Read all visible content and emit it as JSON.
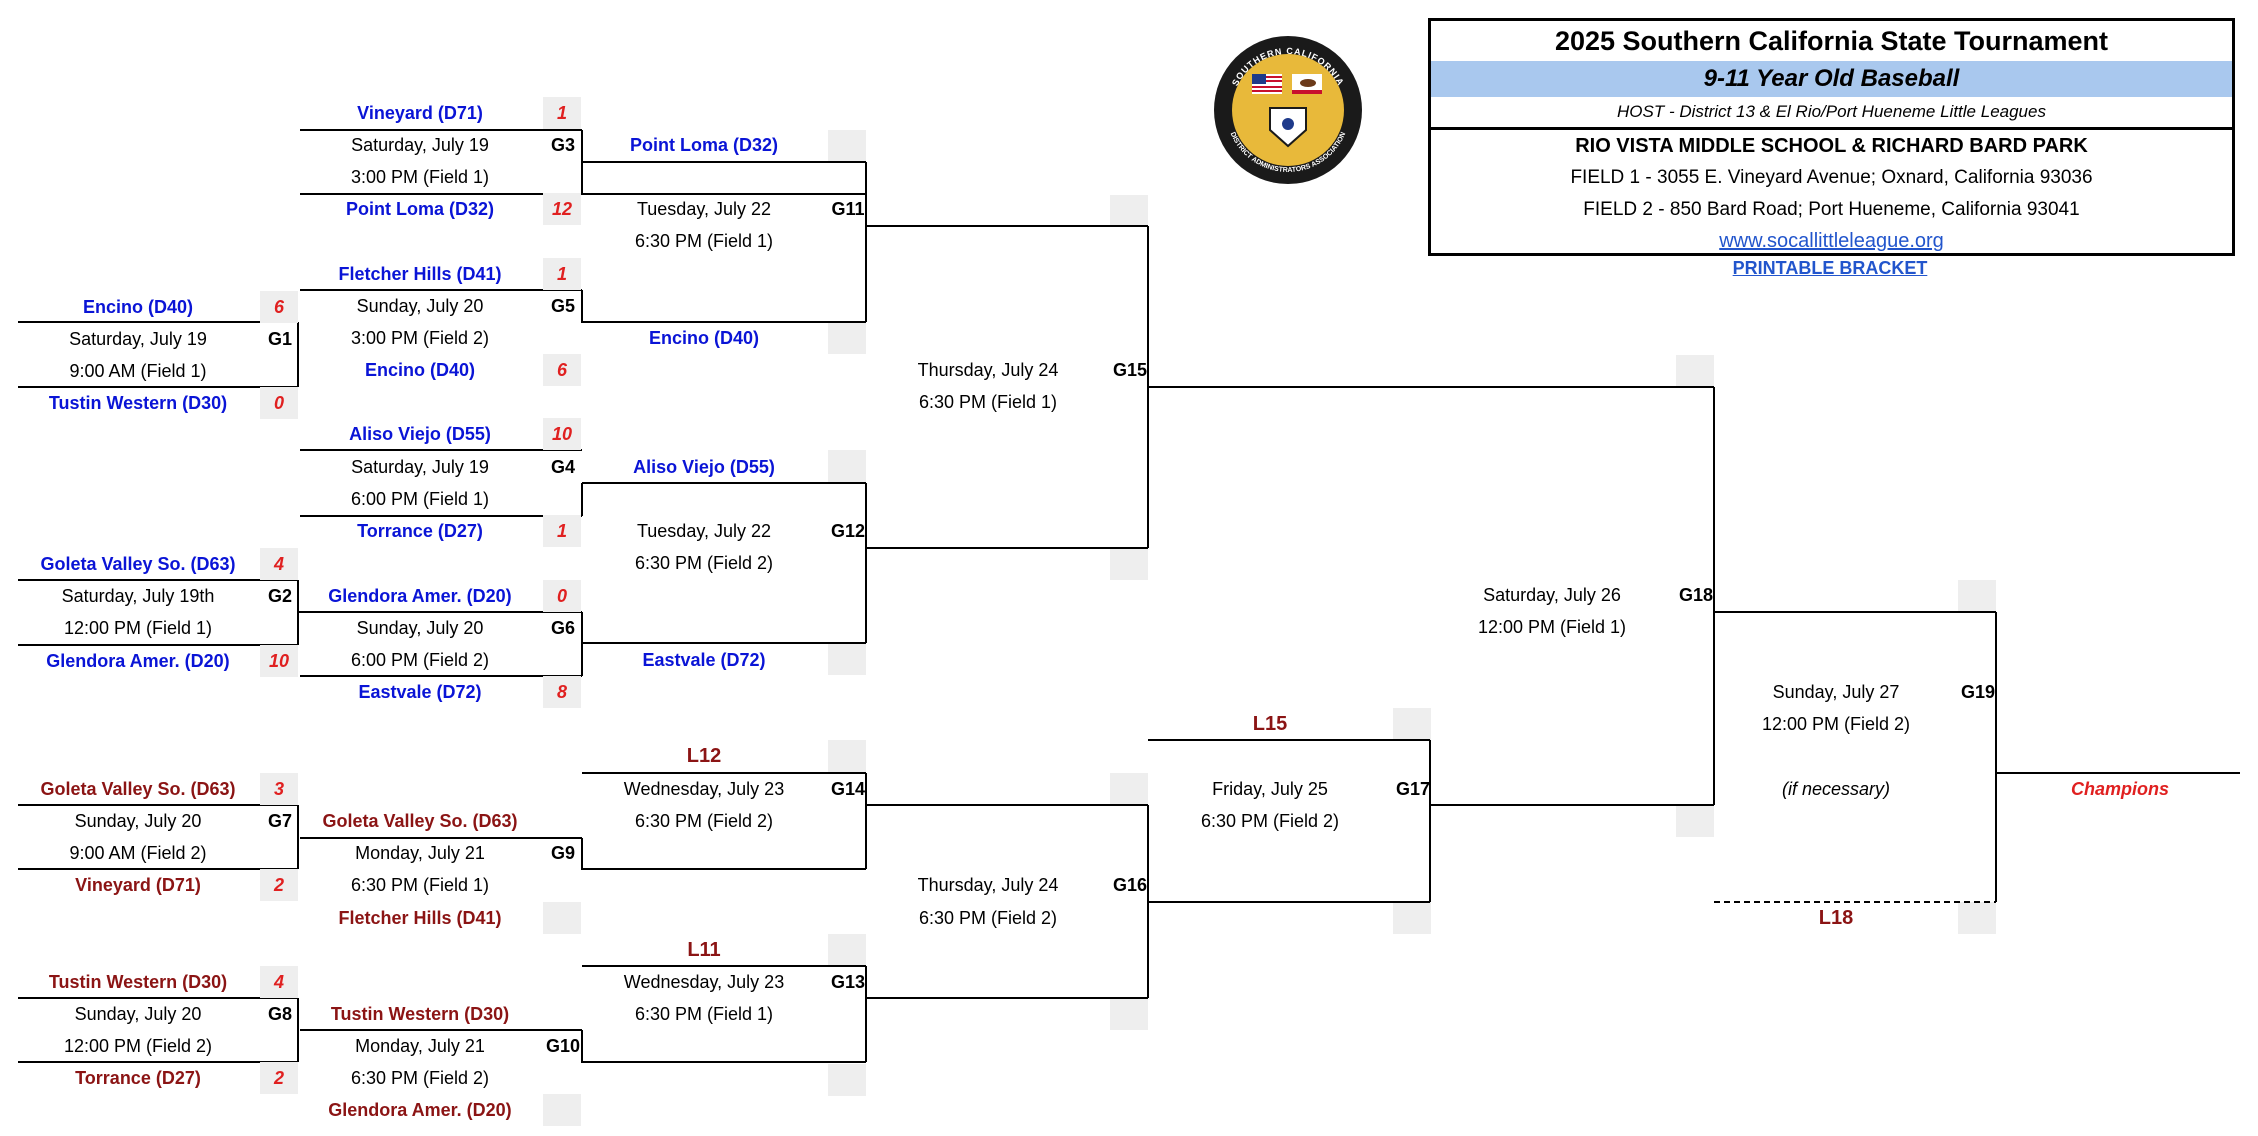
{
  "header": {
    "title": "2025 Southern California State Tournament",
    "division": "9-11 Year Old Baseball",
    "host": "HOST - District 13 & El Rio/Port Hueneme Little Leagues",
    "venue": "RIO VISTA MIDDLE SCHOOL & RICHARD BARD PARK",
    "field1": "FIELD 1 - 3055 E. Vineyard Avenue; Oxnard, California 93036",
    "field2": "FIELD 2 - 850 Bard Road; Port Hueneme, California 93041",
    "website": "www.socallittleleague.org",
    "printable": "PRINTABLE BRACKET"
  },
  "logo": {
    "top_text": "SOUTHERN CALIFORNIA",
    "bottom_text": "DISTRICT ADMINISTRATORS ASSOCIATION",
    "icon": "little-league-logo-icon"
  },
  "colors": {
    "winners_team": "#0a14d6",
    "losers_team": "#8b1414",
    "score": "#e02020",
    "score_bg": "#eeeeee",
    "highlight": "#a9c8ee"
  },
  "bracket": {
    "teams": {
      "r1_1": "Vineyard (D71)",
      "r1_2": "Point Loma (D32)",
      "r1_3": "Fletcher Hills (D41)",
      "r1_4": "Encino (D40)",
      "r1_5": "Aliso Viejo (D55)",
      "r1_6": "Torrance (D27)",
      "r1_7": "Glendora Amer. (D20)",
      "r1_8": "Eastvale (D72)",
      "r0_1": "Encino (D40)",
      "r0_2": "Tustin Western (D30)",
      "r0_3": "Goleta Valley So. (D63)",
      "r0_4": "Glendora Amer. (D20)",
      "r2_1": "Point Loma (D32)",
      "r2_2": "Encino (D40)",
      "r2_3": "Aliso Viejo (D55)",
      "r2_4": "Eastvale (D72)",
      "lb0_1": "Goleta Valley So. (D63)",
      "lb0_2": "Vineyard (D71)",
      "lb0_3": "Tustin Western (D30)",
      "lb0_4": "Torrance (D27)",
      "lb1_1": "Goleta Valley So. (D63)",
      "lb1_2": "Fletcher Hills (D41)",
      "lb1_3": "Tustin Western (D30)",
      "lb1_4": "Glendora Amer. (D20)"
    },
    "scores": {
      "r1_1": "1",
      "r1_2": "12",
      "r1_3": "1",
      "r1_4": "6",
      "r1_5": "10",
      "r1_6": "1",
      "r1_7": "0",
      "r1_8": "8",
      "r0_1": "6",
      "r0_2": "0",
      "r0_3": "4",
      "r0_4": "10",
      "lb0_1": "3",
      "lb0_2": "2",
      "lb0_3": "4",
      "lb0_4": "2"
    },
    "games": {
      "g1": {
        "label": "G1",
        "date": "Saturday, July 19",
        "time": "9:00 AM (Field 1)"
      },
      "g2": {
        "label": "G2",
        "date": "Saturday, July 19th",
        "time": "12:00 PM (Field 1)"
      },
      "g3": {
        "label": "G3",
        "date": "Saturday, July 19",
        "time": "3:00 PM (Field 1)"
      },
      "g4": {
        "label": "G4",
        "date": "Saturday, July 19",
        "time": "6:00 PM (Field 1)"
      },
      "g5": {
        "label": "G5",
        "date": "Sunday, July 20",
        "time": "3:00 PM (Field 2)"
      },
      "g6": {
        "label": "G6",
        "date": "Sunday, July 20",
        "time": "6:00 PM (Field 2)"
      },
      "g7": {
        "label": "G7",
        "date": "Sunday, July 20",
        "time": "9:00 AM (Field 2)"
      },
      "g8": {
        "label": "G8",
        "date": "Sunday, July 20",
        "time": "12:00 PM (Field 2)"
      },
      "g9": {
        "label": "G9",
        "date": "Monday, July 21",
        "time": "6:30 PM (Field 1)"
      },
      "g10": {
        "label": "G10",
        "date": "Monday, July 21",
        "time": "6:30 PM (Field 2)"
      },
      "g11": {
        "label": "G11",
        "date": "Tuesday, July 22",
        "time": "6:30 PM (Field 1)"
      },
      "g12": {
        "label": "G12",
        "date": "Tuesday, July 22",
        "time": "6:30 PM (Field 2)"
      },
      "g13": {
        "label": "G13",
        "date": "Wednesday, July 23",
        "time": "6:30 PM (Field 1)"
      },
      "g14": {
        "label": "G14",
        "date": "Wednesday, July 23",
        "time": "6:30 PM (Field 2)"
      },
      "g15": {
        "label": "G15",
        "date": "Thursday, July 24",
        "time": "6:30 PM (Field 1)"
      },
      "g16": {
        "label": "G16",
        "date": "Thursday, July 24",
        "time": "6:30 PM (Field 2)"
      },
      "g17": {
        "label": "G17",
        "date": "Friday, July 25",
        "time": "6:30 PM (Field 2)"
      },
      "g18": {
        "label": "G18",
        "date": "Saturday, July 26",
        "time": "12:00 PM (Field 1)"
      },
      "g19": {
        "label": "G19",
        "date": "Sunday, July 27",
        "time": "12:00 PM (Field 2)",
        "note": "(if necessary)"
      }
    },
    "losers": {
      "l12": "L12",
      "l11": "L11",
      "l15": "L15",
      "l18": "L18"
    },
    "champions": "Champions"
  }
}
